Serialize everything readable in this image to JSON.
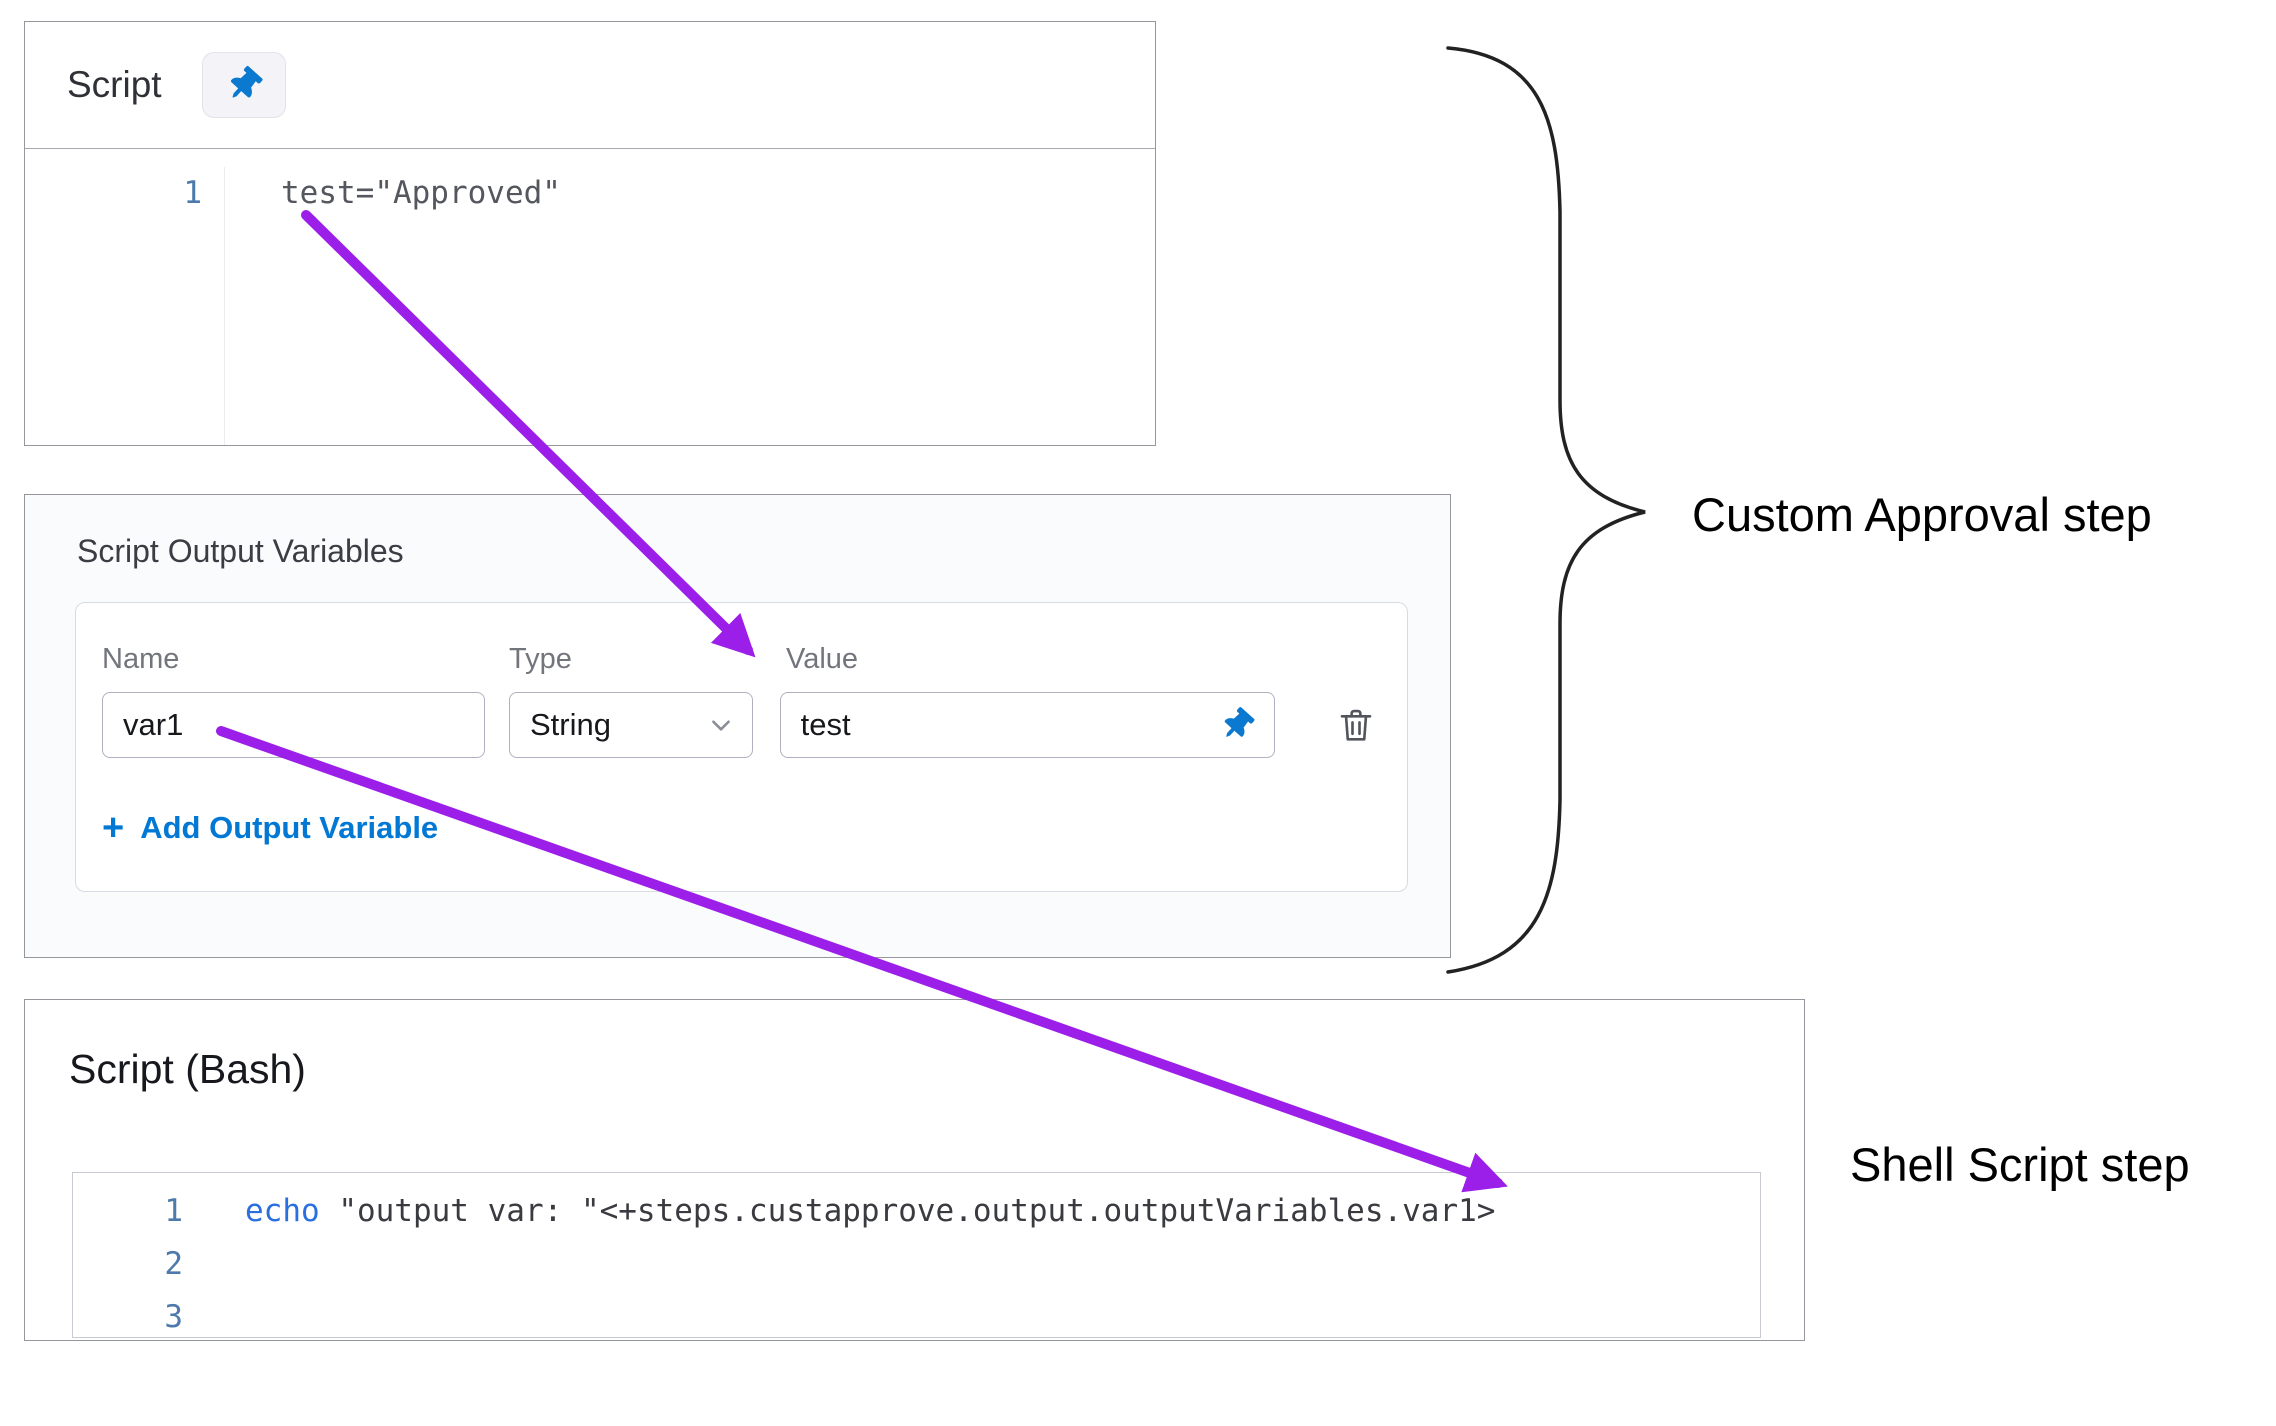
{
  "script_panel": {
    "title": "Script",
    "line": {
      "number": "1",
      "code": "test=\"Approved\""
    }
  },
  "output_variables_panel": {
    "title": "Script Output Variables",
    "columns": {
      "name": "Name",
      "type": "Type",
      "value": "Value"
    },
    "row": {
      "name_value": "var1",
      "type_value": "String",
      "value_value": "test"
    },
    "add_button": {
      "plus": "+",
      "label": "Add Output Variable"
    }
  },
  "bash_panel": {
    "title": "Script (Bash)",
    "lines": [
      {
        "number": "1",
        "keyword": "echo",
        "code": " \"output var: \"<+steps.custapprove.output.outputVariables.var1>"
      },
      {
        "number": "2",
        "keyword": "",
        "code": ""
      },
      {
        "number": "3",
        "keyword": "",
        "code": ""
      }
    ]
  },
  "annotations": {
    "custom_approval_label": "Custom Approval step",
    "shell_script_label": "Shell Script step"
  },
  "icons": {
    "pin": "pin-icon",
    "trash": "trash-icon",
    "chevron": "chevron-down-icon",
    "plus": "plus-icon"
  },
  "colors": {
    "accent_blue": "#0b79d0",
    "link_blue": "#0278d5",
    "arrow_purple": "#9b1fe8",
    "keyword_blue": "#2a6fdf",
    "line_number_blue": "#4d7aab"
  }
}
